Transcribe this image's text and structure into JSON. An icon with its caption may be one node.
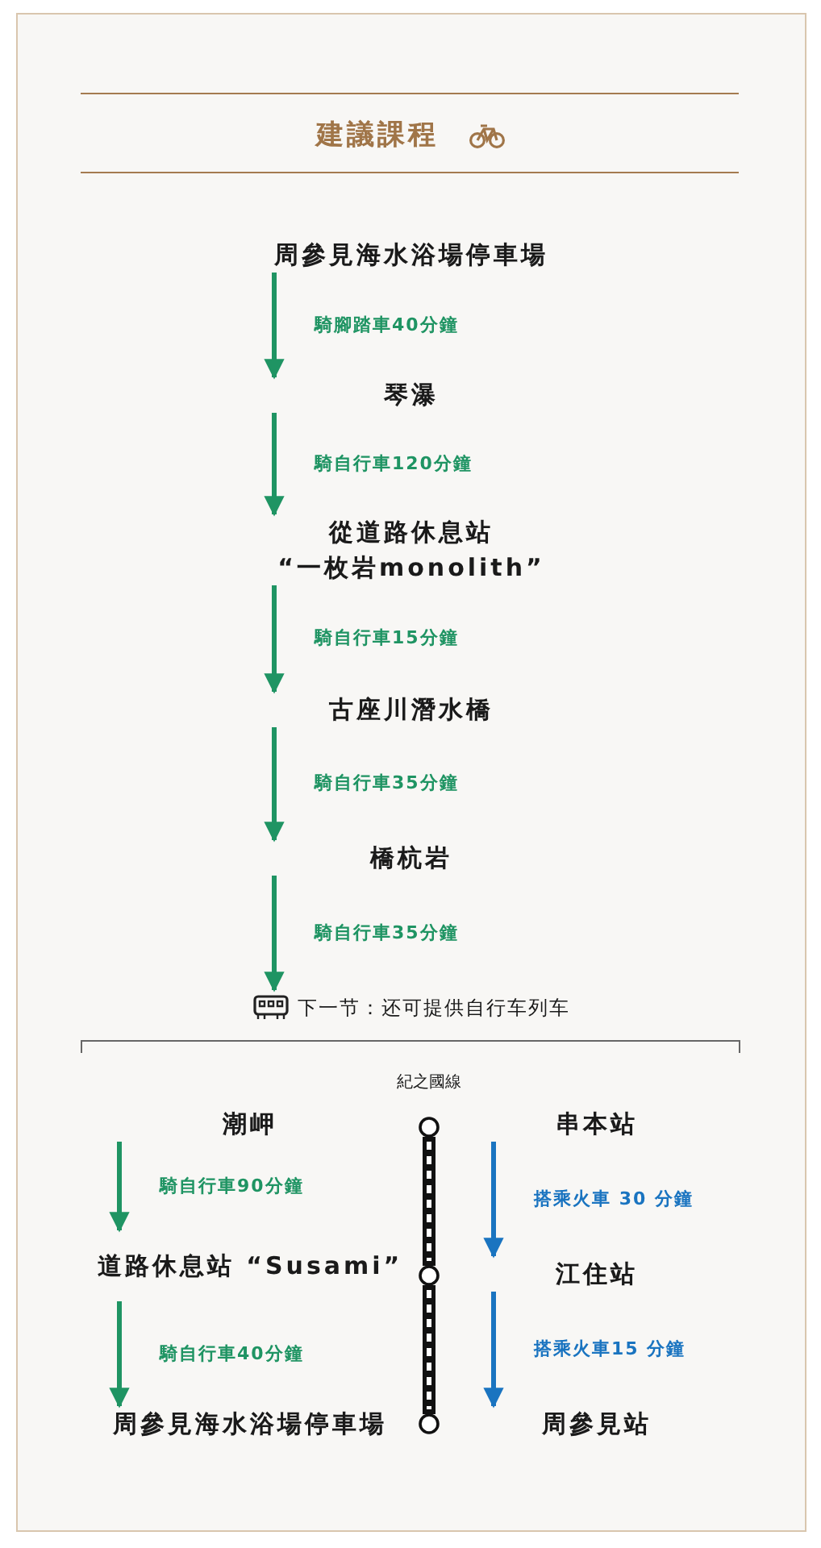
{
  "diagram": {
    "title": "建議課程",
    "nodes": [
      {
        "text": [
          "周參見海水浴場停車場"
        ]
      },
      {
        "text": [
          "琴瀑"
        ]
      },
      {
        "text": [
          "從道路休息站 “一枚岩monolith”"
        ]
      },
      {
        "text": [
          "古座川潛水橋"
        ]
      },
      {
        "text": [
          "橋杭岩"
        ]
      },
      {
        "text": [
          "下一节：还可提供自行车列车"
        ]
      },
      {
        "text": [
          "潮岬"
        ]
      },
      {
        "text": [
          "道路休息站 “Susami”"
        ]
      },
      {
        "text": [
          "周參見海水浴場停車場"
        ]
      },
      {
        "text": [
          "串本站"
        ]
      },
      {
        "text": [
          "江住站"
        ]
      },
      {
        "text": [
          "周參見站"
        ]
      },
      {
        "text": [],
        "shape": "circle"
      },
      {
        "text": [],
        "shape": "circle"
      },
      {
        "text": [],
        "shape": "circle"
      }
    ],
    "edges": [
      {
        "from": 0,
        "to": 1,
        "arrow": "to",
        "label": "騎腳踏車40分鐘"
      },
      {
        "from": 1,
        "to": 2,
        "arrow": "to",
        "label": "騎自行車120分鐘"
      },
      {
        "from": 2,
        "to": 3,
        "arrow": "to",
        "label": "騎自行車15分鐘"
      },
      {
        "from": 3,
        "to": 4,
        "arrow": "to",
        "label": "騎自行車35分鐘"
      },
      {
        "from": 4,
        "to": 5,
        "arrow": "to",
        "label": "騎自行車35分鐘"
      },
      {
        "from": 6,
        "to": 7,
        "arrow": "to",
        "label": "騎自行車90分鐘"
      },
      {
        "from": 7,
        "to": 8,
        "arrow": "to",
        "label": "騎自行車40分鐘"
      },
      {
        "from": 9,
        "to": 10,
        "arrow": "to",
        "label": "搭乘火車 30 分鐘",
        "color": "#1a74c0"
      },
      {
        "from": 10,
        "to": 11,
        "arrow": "to",
        "label": "搭乘火車15 分鐘",
        "color": "#1a74c0"
      },
      {
        "from": 12,
        "to": 13,
        "arrow": "none",
        "style": "thick",
        "color": "#111111"
      },
      {
        "from": 13,
        "to": 14,
        "arrow": "none",
        "style": "thick",
        "color": "#111111"
      }
    ],
    "labels": [
      "紀之國線"
    ]
  }
}
